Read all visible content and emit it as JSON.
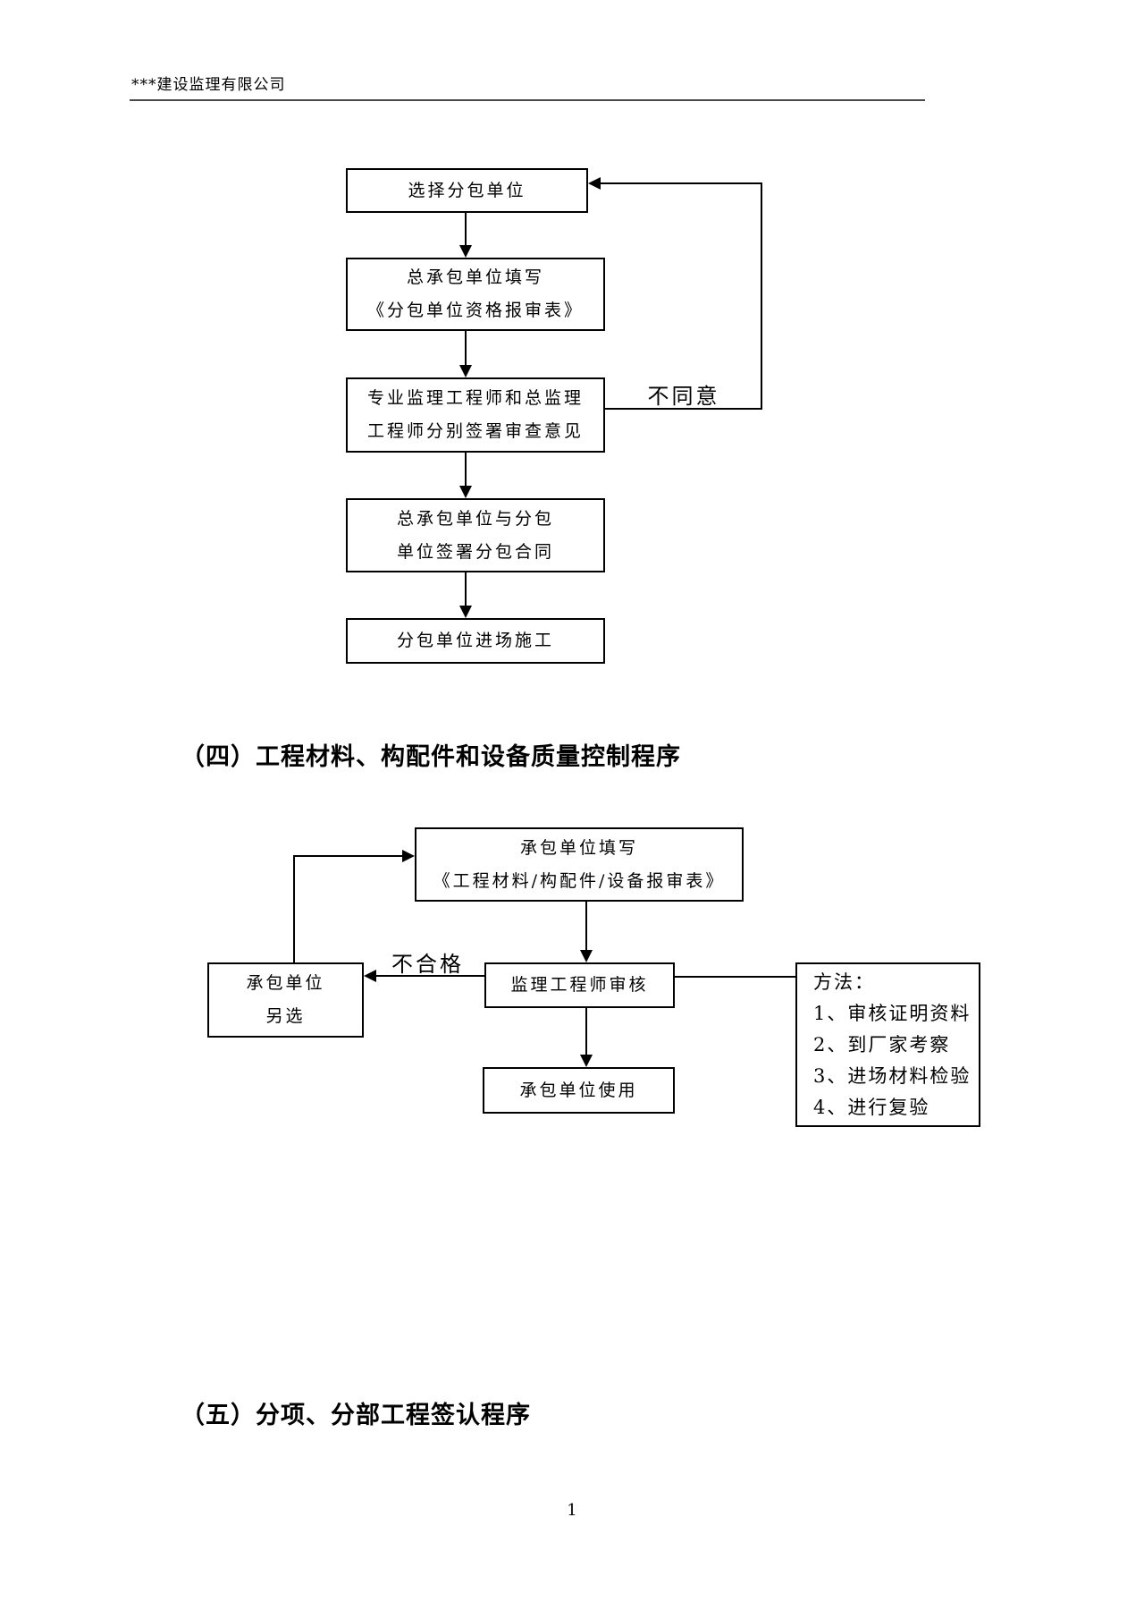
{
  "header": {
    "company": "***建设监理有限公司"
  },
  "sections": {
    "subcontractor_flow": {
      "boxes": {
        "select": "选择分包单位",
        "fill_form_line1": "总承包单位填写",
        "fill_form_line2": "《分包单位资格报审表》",
        "review_line1": "专业监理工程师和总监理",
        "review_line2": "工程师分别签署审查意见",
        "contract_line1": "总承包单位与分包",
        "contract_line2": "单位签署分包合同",
        "enter_site": "分包单位进场施工"
      },
      "edge_labels": {
        "disagree": "不同意"
      }
    },
    "heading_4": "（四）工程材料、构配件和设备质量控制程序",
    "material_flow": {
      "boxes": {
        "fill_form_line1": "承包单位填写",
        "fill_form_line2": "《工程材料/构配件/设备报审表》",
        "reselect_line1": "承包单位",
        "reselect_line2": "另选",
        "review": "监理工程师审核",
        "use": "承包单位使用",
        "methods_title": "方法：",
        "methods": [
          "1、审核证明资料",
          "2、到厂家考察",
          "3、进场材料检验",
          "4、进行复验"
        ]
      },
      "edge_labels": {
        "fail": "不合格"
      }
    },
    "heading_5": "（五）分项、分部工程签认程序"
  },
  "footer": {
    "page_number": "1"
  }
}
